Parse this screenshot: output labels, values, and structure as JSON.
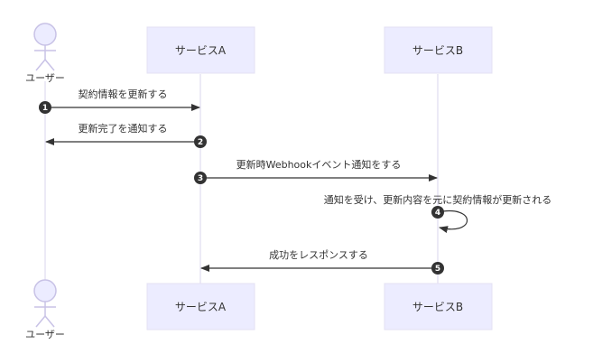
{
  "participants": {
    "user": "ユーザー",
    "service_a": "サービスA",
    "service_b": "サービスB"
  },
  "messages": [
    {
      "number": "1",
      "text": "契約情報を更新する"
    },
    {
      "number": "2",
      "text": "更新完了を通知する"
    },
    {
      "number": "3",
      "text": "更新時Webhookイベント通知をする"
    },
    {
      "number": "4",
      "text": "通知を受け、更新内容を元に契約情報が更新される"
    },
    {
      "number": "5",
      "text": "成功をレスポンスする"
    }
  ],
  "colors": {
    "lifeline": "#d9d4ee",
    "box_fill": "#ececff",
    "box_stroke": "#e3e0f3",
    "actor_fill": "#ececff",
    "actor_stroke": "#c8c2e6",
    "arrow": "#333333",
    "badge": "#333333"
  }
}
